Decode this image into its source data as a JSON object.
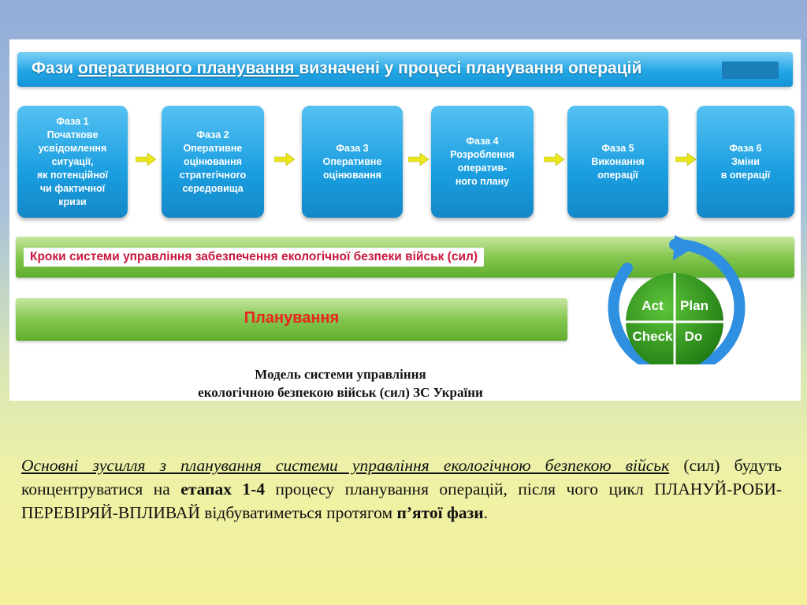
{
  "header": {
    "title_part1": "Фази ",
    "title_underlined": "оперативного планування ",
    "title_part2": "визначені у процесі планування операцій"
  },
  "phases": [
    {
      "label": "Фаза 1\nПочаткове\nусвідомлення\nситуації,\nяк потенційної\nчи фактичної\nкризи"
    },
    {
      "label": "Фаза 2\nОперативне\nоцінювання\nстратегічного\nсередовища"
    },
    {
      "label": "Фаза 3\nОперативне\nоцінювання"
    },
    {
      "label": "Фаза 4\nРозроблення\nоператив-\nного плану"
    },
    {
      "label": "Фаза 5\nВиконання\nоперації"
    },
    {
      "label": "Фаза 6\nЗміни\nв операції"
    }
  ],
  "steps_bar": {
    "label": "Кроки системи управління забезпечення екологічної безпеки військ (сил)"
  },
  "planning_bar": {
    "label": "Планування"
  },
  "cycle": {
    "act": "Act",
    "plan": "Plan",
    "check": "Check",
    "do": "Do"
  },
  "caption": {
    "line1": "Модель системи управління",
    "line2": "екологічною безпекою військ (сил) ЗС України"
  },
  "body": {
    "italic": "Основні зусилля з планування системи управління екологічною безпекою військ",
    "t1": " (сил) будуть концентруватися на ",
    "bold1": "етапах 1-4",
    "t2": " процесу планування операцій, після чого цикл ПЛАНУЙ-РОБИ-ПЕРЕВІРЯЙ-ВПЛИВАЙ відбуватиметься протягом ",
    "bold2": "п’ятої фази",
    "t3": "."
  },
  "colors": {
    "phase_blue": "#1a9ee0",
    "arrow_yellow": "#e9e61c",
    "steps_text": "#c8173c",
    "planning_text": "#e8261f",
    "cycle_ring": "#2f8fe0",
    "cycle_green": "#2f9a1c"
  }
}
